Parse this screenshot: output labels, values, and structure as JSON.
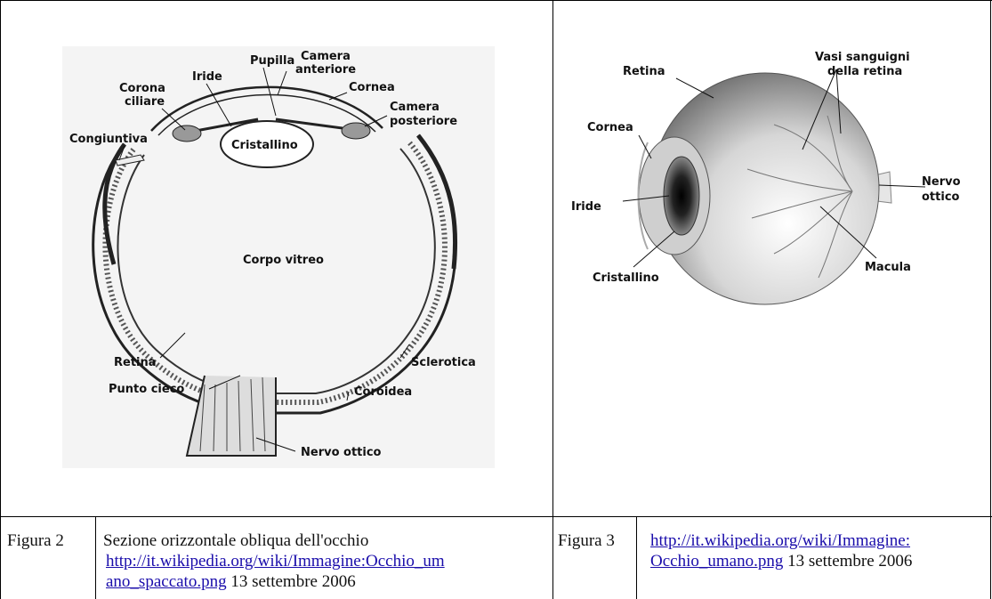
{
  "figure_left": {
    "labels": {
      "pupilla": "Pupilla",
      "camera_anteriore_1": "Camera",
      "camera_anteriore_2": "anteriore",
      "iride": "Iride",
      "cornea": "Cornea",
      "corona_1": "Corona",
      "corona_2": "ciliare",
      "camera_posteriore_1": "Camera",
      "camera_posteriore_2": "posteriore",
      "congiuntiva": "Congiuntiva",
      "cristallino": "Cristallino",
      "corpo_vitreo": "Corpo vitreo",
      "retina": "Retina",
      "sclerotica": "Sclerotica",
      "punto_cieco": "Punto cieco",
      "coroidea": "Coroidea",
      "nervo_ottico": "Nervo ottico"
    }
  },
  "figure_right": {
    "labels": {
      "retina": "Retina",
      "vasi_1": "Vasi sanguigni",
      "vasi_2": "della retina",
      "cornea": "Cornea",
      "iride": "Iride",
      "nervo_1": "Nervo",
      "nervo_2": "ottico",
      "cristallino": "Cristallino",
      "macula": "Macula"
    }
  },
  "captions": {
    "left_label": "Figura 2",
    "left_text": "Sezione orizzontale obliqua dell'occhio",
    "left_link_1": "http://it.wikipedia.org/wiki/Immagine:Occhio_um",
    "left_link_2": "ano_spaccato.png",
    "left_date": "13 settembre 2006",
    "right_label": "Figura 3",
    "right_link_1": "http://it.wikipedia.org/wiki/Immagine:",
    "right_link_2": "Occhio_umano.png",
    "right_date": "13 settembre 2006"
  }
}
